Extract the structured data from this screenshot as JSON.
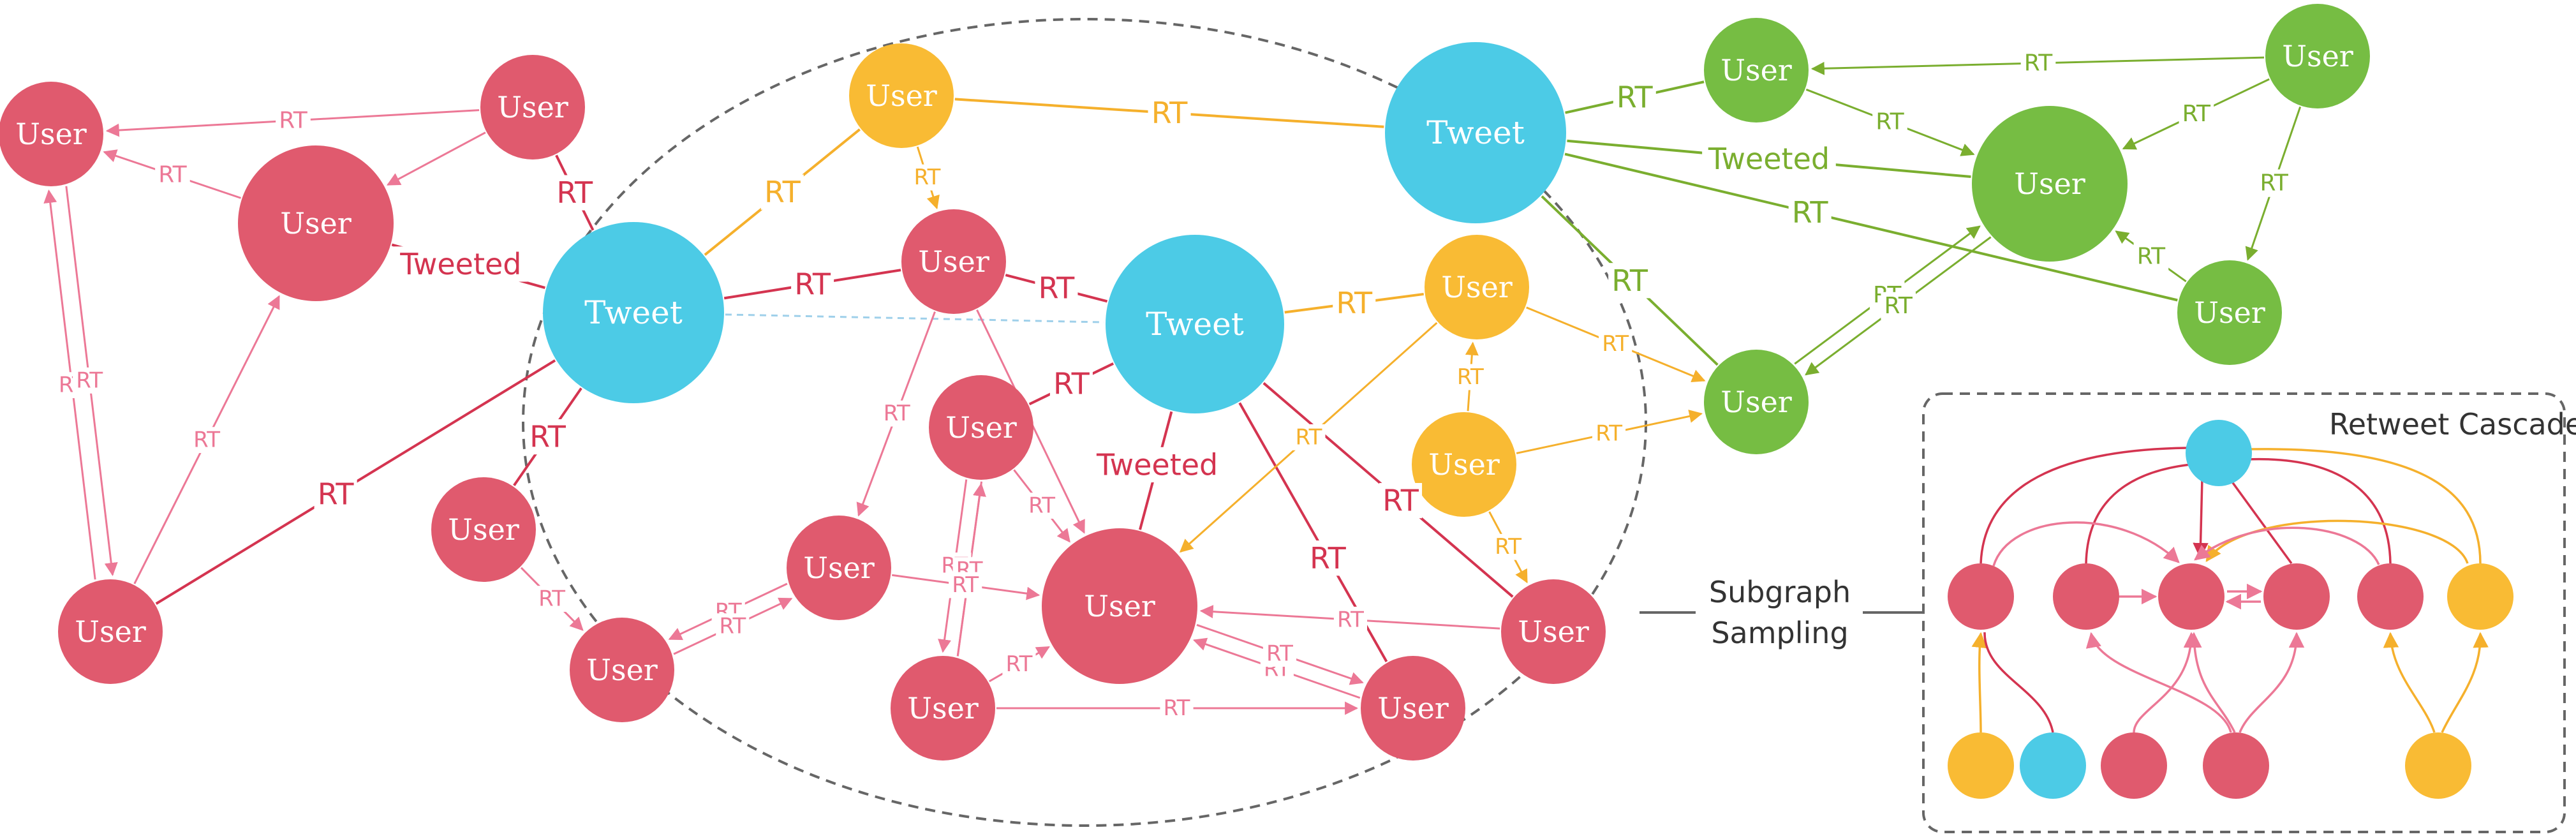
{
  "colors": {
    "red": "#e05a6e",
    "red_edge": "#d43450",
    "pink_edge": "#ec7896",
    "orange": "#f9bb34",
    "orange_edge": "#f5b02c",
    "green": "#76bd43",
    "green_edge": "#7aae2f",
    "blue": "#4ccbe6",
    "dashed_light": "#9fd0ea",
    "gray": "#666666"
  },
  "labels": {
    "user": "User",
    "tweet": "Tweet",
    "rt": "RT",
    "tweeted": "Tweeted"
  },
  "captions": {
    "subgraph_line1": "Subgraph",
    "subgraph_line2": "Sampling",
    "cascade_title": "Retweet  Cascade"
  }
}
